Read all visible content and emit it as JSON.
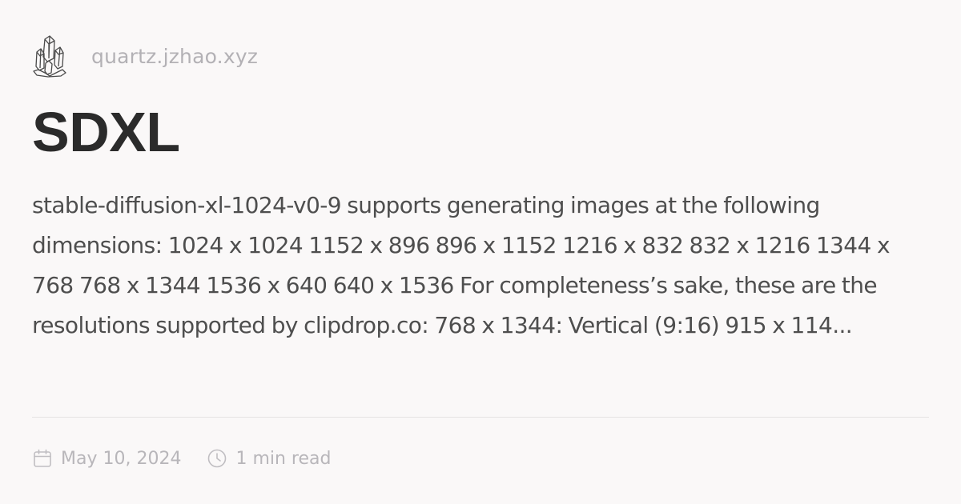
{
  "header": {
    "logo_icon": "crystal-logo-icon",
    "site_name": "quartz.jzhao.xyz"
  },
  "article": {
    "title": "SDXL",
    "description": "stable-diffusion-xl-1024-v0-9 supports generating images at the following dimensions: 1024 x 1024 1152 x 896 896 x 1152 1216 x 832 832 x 1216 1344 x 768 768 x 1344 1536 x 640 640 x 1536 For completeness’s sake, these are the resolutions supported by clipdrop.co: 768 x 1344: Vertical (9:16) 915 x 114..."
  },
  "meta": {
    "date_icon": "calendar-icon",
    "date": "May 10, 2024",
    "read_time_icon": "clock-icon",
    "read_time": "1 min read"
  },
  "colors": {
    "background": "#faf8f8",
    "title": "#2b2b2b",
    "body_text": "#4e4e4e",
    "muted": "#b3b1b5"
  }
}
